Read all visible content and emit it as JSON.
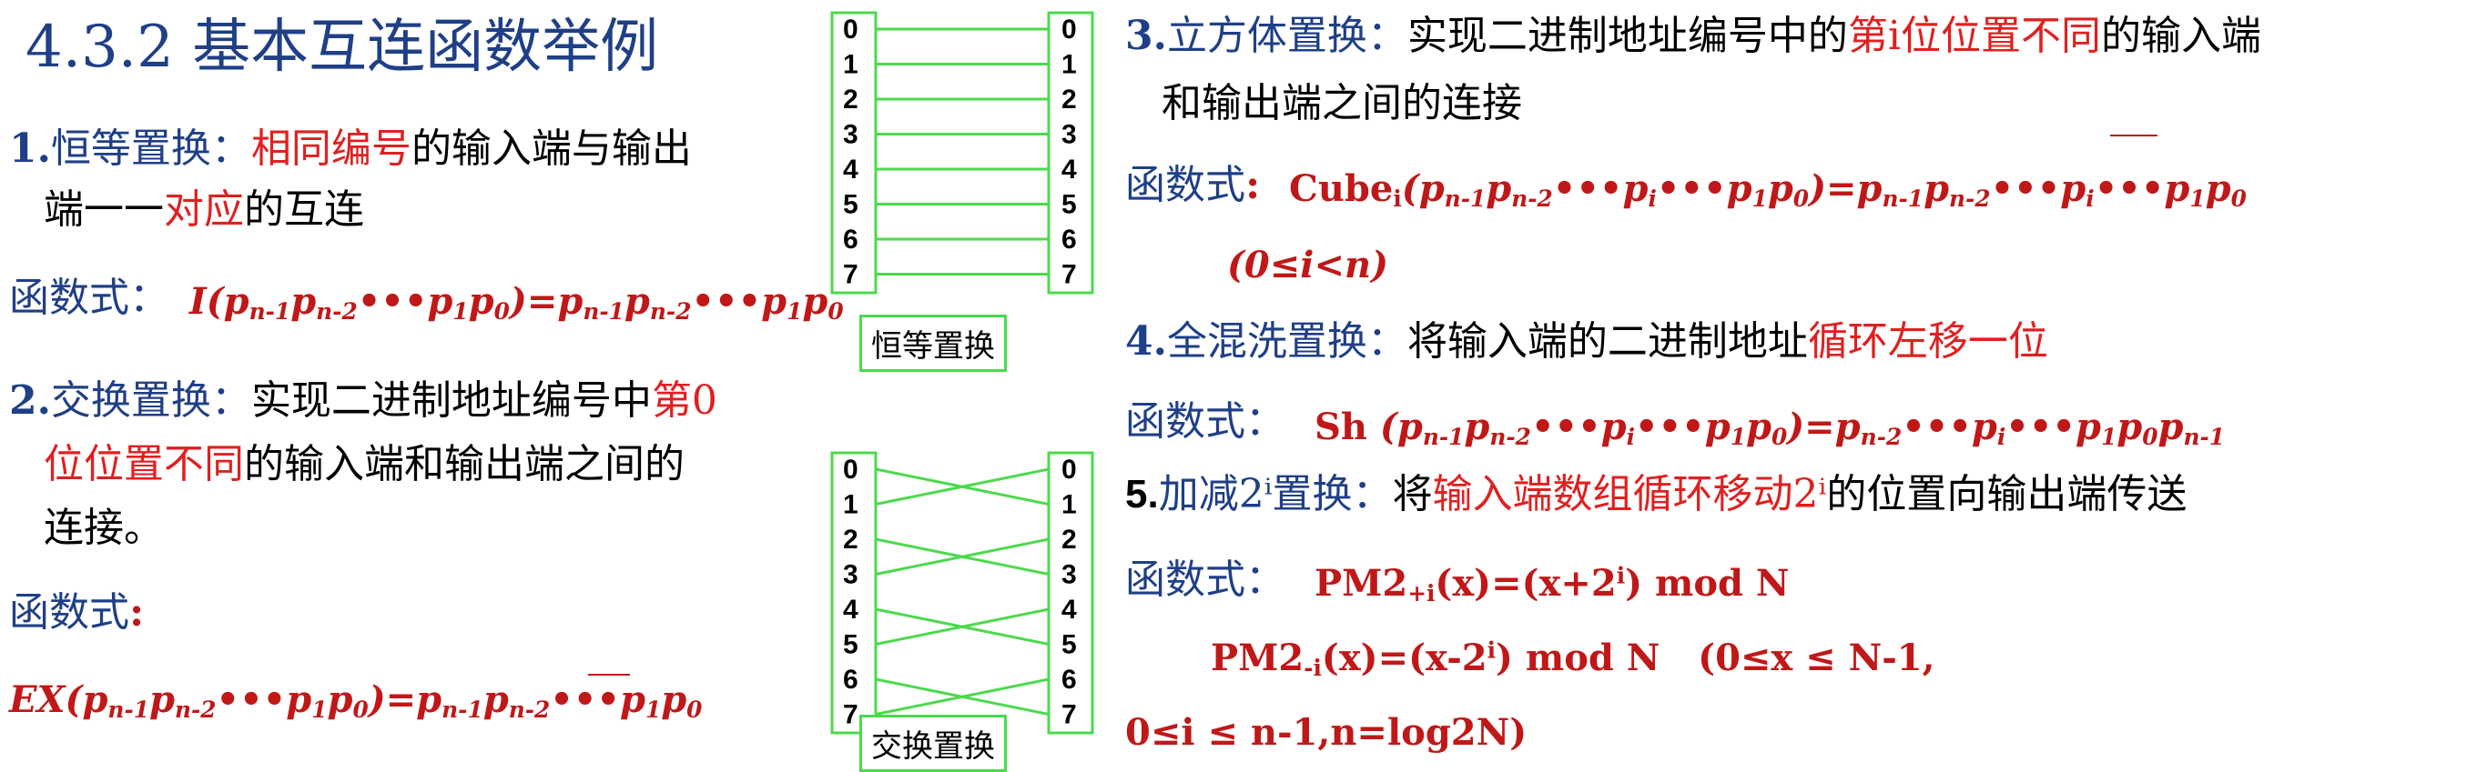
{
  "title": "4.3.2 基本互连函数举例",
  "identity": {
    "num": "1.",
    "name": "恒等置换",
    "colon": "：",
    "desc1_red": "相同编号",
    "desc1_rest": "的输入端与输出",
    "desc2_a": "端一一",
    "desc2_red": "对应",
    "desc2_b": "的互连",
    "formula_label": "函数式",
    "formula_colon": "：",
    "formula": "I(p_n-1 p_n-2 … p_1 p_0)=p_n-1 p_n-2 … p_1 p_0"
  },
  "exchange": {
    "num": "2.",
    "name": "交换置换",
    "colon": "：",
    "desc1": "实现二进制地址编号中",
    "desc1_red": "第0",
    "desc2_red": "位位置不同",
    "desc2_rest": "的输入端和输出端之间的",
    "desc3": "连接。",
    "formula_label": "函数式",
    "formula_colon": ":",
    "formula": "EX(p_n-1 p_n-2 … p_1 p_0)=p_n-1 p_n-2 … p_1 p̄_0"
  },
  "cube": {
    "num": "3.",
    "name": "立方体置换",
    "colon": "：",
    "desc1": "实现二进制地址编号中的",
    "desc1_red": "第i位位置不同",
    "desc1_rest": "的输入端",
    "desc2": "和输出端之间的连接",
    "formula_label": "函数式",
    "formula_colon": ":",
    "formula": "Cube_i(p_n-1 p_n-2 … p_i … p_1 p_0)=p_n-1 p_n-2 … p̄_i … p_1 p_0",
    "condition": "(0≤i<n)"
  },
  "shuffle": {
    "num": "4.",
    "name": "全混洗置换",
    "colon": "：",
    "desc": "将输入端的二进制地址",
    "desc_red": "循环左移一位",
    "formula_label": "函数式",
    "formula_colon": "：",
    "formula": "Sh (p_n-1 p_n-2 … p_i … p_1 p_0)=p_n-2 … p_i … p_1 p_0 p_n-1"
  },
  "pm2": {
    "num": "5.",
    "name": "加减2ⁱ置换",
    "colon": "：",
    "desc_a": "将",
    "desc_red": "输入端数组循环移动2ⁱ",
    "desc_b": "的位置向输出端传送",
    "formula_label": "函数式",
    "formula_colon": "：",
    "formula1": "PM2+i(x)=(x+2ⁱ) mod N",
    "formula2": "PM2-i(x)=(x-2ⁱ) mod N   (0≤x ≤ N-1,",
    "formula3": "0≤i ≤ n-1,n=log2N)"
  },
  "figure_identity": {
    "caption": "恒等置换",
    "inputs": [
      "0",
      "1",
      "2",
      "3",
      "4",
      "5",
      "6",
      "7"
    ],
    "outputs": [
      "0",
      "1",
      "2",
      "3",
      "4",
      "5",
      "6",
      "7"
    ],
    "mapping": [
      0,
      1,
      2,
      3,
      4,
      5,
      6,
      7
    ]
  },
  "figure_exchange": {
    "caption": "交换置换",
    "inputs": [
      "0",
      "1",
      "2",
      "3",
      "4",
      "5",
      "6",
      "7"
    ],
    "outputs": [
      "0",
      "1",
      "2",
      "3",
      "4",
      "5",
      "6",
      "7"
    ],
    "mapping": [
      1,
      0,
      3,
      2,
      5,
      4,
      7,
      6
    ]
  },
  "colors": {
    "title_blue": "#1f3f86",
    "red": "#e02020",
    "formula_red": "#c01818",
    "line_green": "#4cd94c"
  }
}
